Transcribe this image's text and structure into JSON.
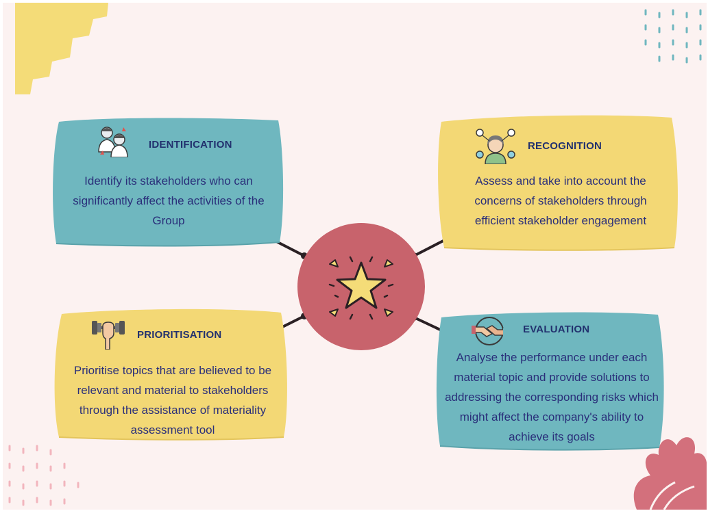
{
  "center": {
    "icon": "star-icon",
    "color": "#c8636c"
  },
  "colors": {
    "teal": "#6fb7bf",
    "yellow": "#f3d875",
    "connector": "#2b2024",
    "title": "#22316e",
    "text": "#2a2f7a",
    "background": "#fcf2f1",
    "pink": "#d3707c"
  },
  "cards": [
    {
      "key": "identification",
      "title": "IDENTIFICATION",
      "icon": "stakeholders-icon",
      "text": "Identify its stakeholders who can significantly affect the activities of the Group"
    },
    {
      "key": "recognition",
      "title": "RECOGNITION",
      "icon": "network-person-icon",
      "text": "Assess and take into account the concerns of stakeholders through efficient stakeholder engagement"
    },
    {
      "key": "prioritisation",
      "title": "PRIORITISATION",
      "icon": "dumbbell-icon",
      "text": "Prioritise topics that are believed to be relevant and material to stakeholders through the assistance of materiality assessment tool"
    },
    {
      "key": "evaluation",
      "title": "EVALUATION",
      "icon": "handshake-icon",
      "text": "Analyse the performance under each material topic and provide solutions to addressing the corresponding risks which might affect the company's ability to achieve its goals"
    }
  ]
}
